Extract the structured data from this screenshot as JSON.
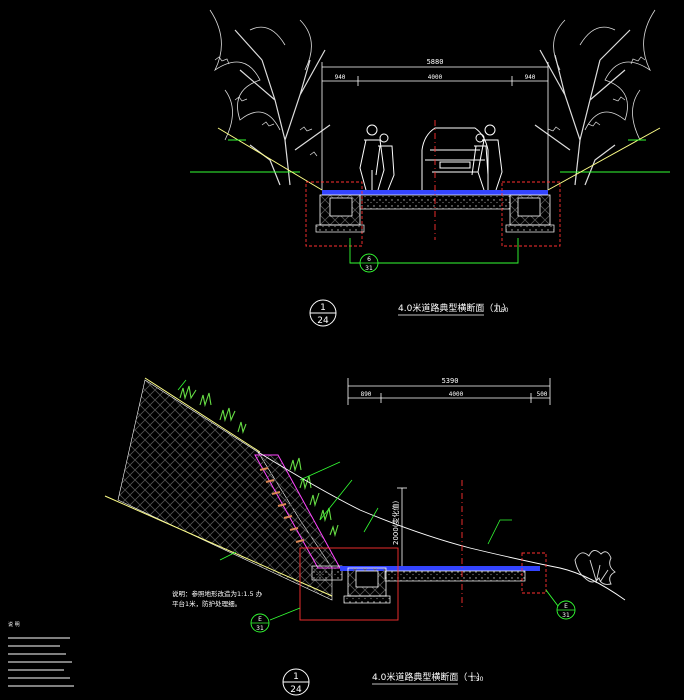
{
  "sections": {
    "top": {
      "dims": {
        "total": "5880",
        "left": "940",
        "middle": "4000",
        "right": "940"
      },
      "callout_num": "6",
      "callout_sheet": "31",
      "label_num": "1",
      "label_sheet": "24",
      "title": "4.0米道路典型横断面（九）",
      "scale": "1:50"
    },
    "bottom": {
      "dims": {
        "total": "5390",
        "left": "890",
        "middle": "4000",
        "right": "500"
      },
      "elevation_label": "2000(变化值)",
      "note": "说明：参照地形改造为1:1.5 办\n平台1米，防护处理细。",
      "callout1_num": "E",
      "callout1_sheet": "31",
      "callout2_num": "E",
      "callout2_sheet": "31",
      "label_num": "1",
      "label_sheet": "24",
      "title": "4.0米道路典型横断面（十）",
      "scale": "1:50"
    }
  },
  "notes_heading": "说 明",
  "colors": {
    "background": "#000000",
    "dims": "#ffffff",
    "road": "#3344ff",
    "detail": "#ff3030",
    "callout": "#33ff33",
    "tree": "#dddddd",
    "grass": "#66dd44",
    "slope": "#ffff88",
    "magenta": "#ff44ff"
  }
}
